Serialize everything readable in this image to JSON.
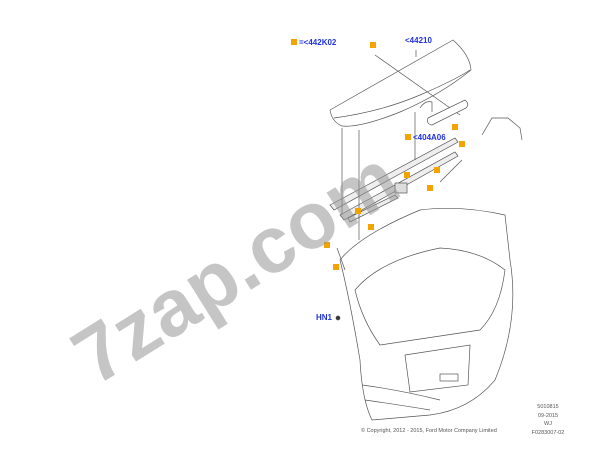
{
  "labels": {
    "legend": "=<442K02",
    "spoiler": "<44210",
    "molding": "<404A06",
    "bolt": "HN1"
  },
  "watermark": "7zap.com",
  "footer": {
    "lines": [
      "5010815",
      "09-2015",
      "WJ",
      "F0283007-02"
    ],
    "copyright": "© Copyright, 2012 - 2015, Ford Motor Company Limited"
  },
  "colors": {
    "marker": "#f5a300",
    "link": "#2233dd"
  }
}
